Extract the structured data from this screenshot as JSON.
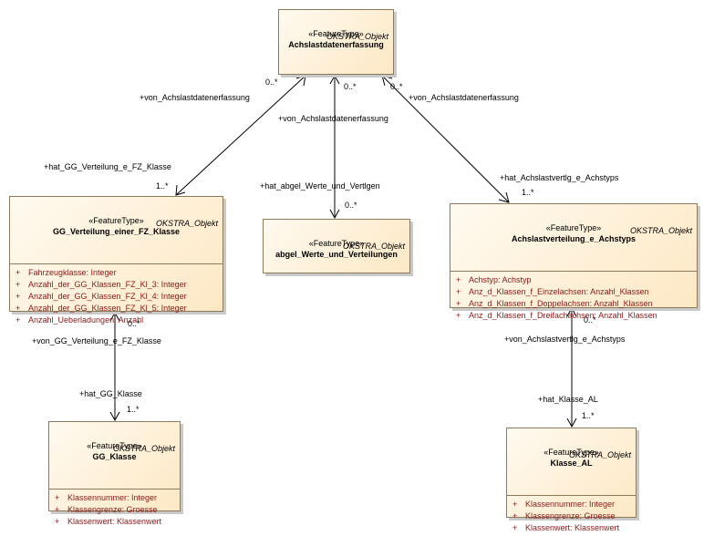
{
  "classes": {
    "achslastdatenerfassung": {
      "note": "OKSTRA_Objekt",
      "stereotype": "«FeatureType»",
      "name": "Achslastdatenerfassung",
      "attributes": []
    },
    "gg_verteilung": {
      "note": "OKSTRA_Objekt",
      "stereotype": "«FeatureType»",
      "name": "GG_Verteilung_einer_FZ_Klasse",
      "attributes": [
        {
          "vis": "+",
          "text": "Fahrzeugklasse: Integer"
        },
        {
          "vis": "+",
          "text": "Anzahl_der_GG_Klassen_FZ_Kl_3: Integer"
        },
        {
          "vis": "+",
          "text": "Anzahl_der_GG_Klassen_FZ_Kl_4: Integer"
        },
        {
          "vis": "+",
          "text": "Anzahl_der_GG_Klassen_FZ_Kl_5: Integer"
        },
        {
          "vis": "+",
          "text": "Anzahl_Ueberladungen: Anzahl"
        }
      ]
    },
    "abgel_werte": {
      "note": "OKSTRA_Objekt",
      "stereotype": "«FeatureType»",
      "name": "abgel_Werte_und_Verteilungen",
      "attributes": []
    },
    "achslastverteilung": {
      "note": "OKSTRA_Objekt",
      "stereotype": "«FeatureType»",
      "name": "Achslastverteilung_e_Achstyps",
      "attributes": [
        {
          "vis": "+",
          "text": "Achstyp: Achstyp"
        },
        {
          "vis": "+",
          "text": "Anz_d_Klassen_f_Einzelachsen: Anzahl_Klassen"
        },
        {
          "vis": "+",
          "text": "Anz_d_Klassen_f_Doppelachsen: Anzahl_Klassen"
        },
        {
          "vis": "+",
          "text": "Anz_d_Klassen_f_Dreifachachsen: Anzahl_Klassen"
        }
      ]
    },
    "gg_klasse": {
      "note": "OKSTRA_Objekt",
      "stereotype": "«FeatureType»",
      "name": "GG_Klasse",
      "attributes": [
        {
          "vis": "+",
          "text": "Klassennummer: Integer"
        },
        {
          "vis": "+",
          "text": "Klassengrenze: Groesse"
        },
        {
          "vis": "+",
          "text": "Klassenwert: Klassenwert"
        }
      ]
    },
    "klasse_al": {
      "note": "OKSTRA_Objekt",
      "stereotype": "«FeatureType»",
      "name": "Klasse_AL",
      "attributes": [
        {
          "vis": "+",
          "text": "Klassennummer: Integer"
        },
        {
          "vis": "+",
          "text": "Klassengrenze: Groesse"
        },
        {
          "vis": "+",
          "text": "Klassenwert: Klassenwert"
        }
      ]
    }
  },
  "associations": {
    "a1": {
      "source_role": "+von_Achslastdatenerfassung",
      "source_mult": "0..*",
      "target_role": "+hat_GG_Verteilung_e_FZ_Klasse",
      "target_mult": "1..*"
    },
    "a2": {
      "source_role": "+von_Achslastdatenerfassung",
      "source_mult": "0..*",
      "target_role": "+hat_abgel_Werte_und_Vertlgen",
      "target_mult": "0..*"
    },
    "a3": {
      "source_role": "+von_Achslastdatenerfassung",
      "source_mult": "0..*",
      "target_role": "+hat_Achslastvertlg_e_Achstyps",
      "target_mult": "1..*"
    },
    "a4": {
      "source_role": "+von_GG_Verteilung_e_FZ_Klasse",
      "source_mult": "0..*",
      "target_role": "+hat_GG_Klasse",
      "target_mult": "1..*"
    },
    "a5": {
      "source_role": "+von_Achslastvertlg_e_Achstyps",
      "source_mult": "0..*",
      "target_role": "+hat_Klasse_AL",
      "target_mult": "1..*"
    }
  }
}
